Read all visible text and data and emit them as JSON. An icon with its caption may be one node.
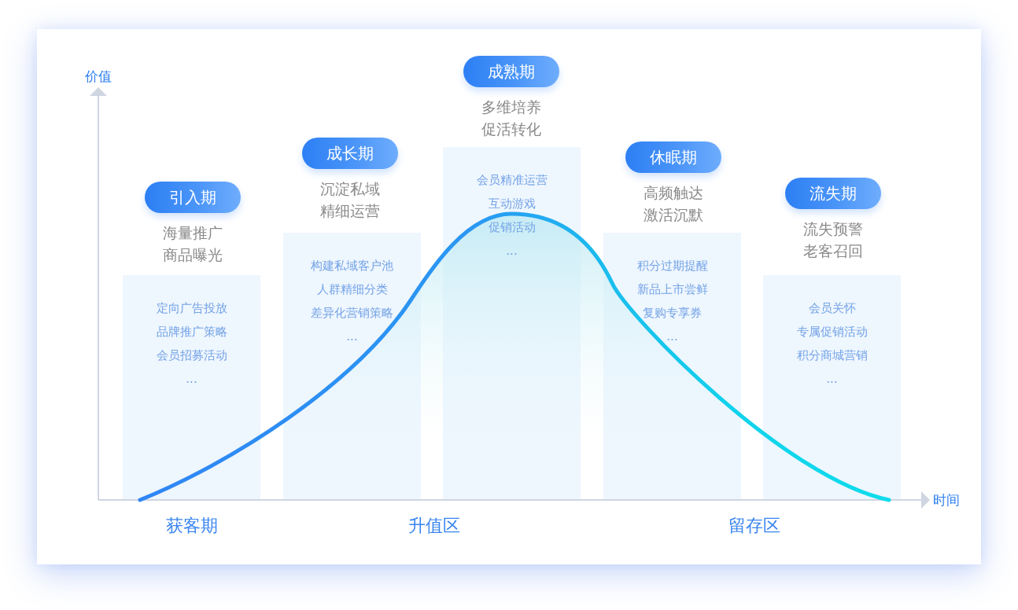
{
  "diagram": {
    "nodes": [
      {
        "text": [
          "引入期"
        ],
        "beside": [
          "海量推广商品曝光"
        ]
      },
      {
        "text": [
          "定向广告投放",
          "品牌推广策略",
          "会员招募活动",
          "..."
        ]
      },
      {
        "text": [
          "成长期"
        ],
        "beside": [
          "沉淀私域精细运营"
        ]
      },
      {
        "text": [
          "构建私域客户池",
          "人群精细分类",
          "差异化营销策略",
          "..."
        ]
      },
      {
        "text": [
          "成熟期"
        ],
        "beside": [
          "多维培养促活转化"
        ]
      },
      {
        "text": [
          "会员精准运营",
          "互动游戏",
          "促销活动",
          "..."
        ]
      },
      {
        "text": [
          "休眠期"
        ],
        "beside": [
          "高频触达激活沉默"
        ]
      },
      {
        "text": [
          "积分过期提醒",
          "新品上市尝鲜",
          "复购专享券",
          "..."
        ]
      },
      {
        "text": [
          "流失期"
        ],
        "beside": [
          "流失预警老客召回"
        ]
      },
      {
        "text": [
          "会员关怀",
          "专属促销活动",
          "积分商城营销",
          "..."
        ]
      }
    ],
    "labels": [
      "价值",
      "时间",
      "获客期",
      "升值区",
      "留存区"
    ]
  }
}
